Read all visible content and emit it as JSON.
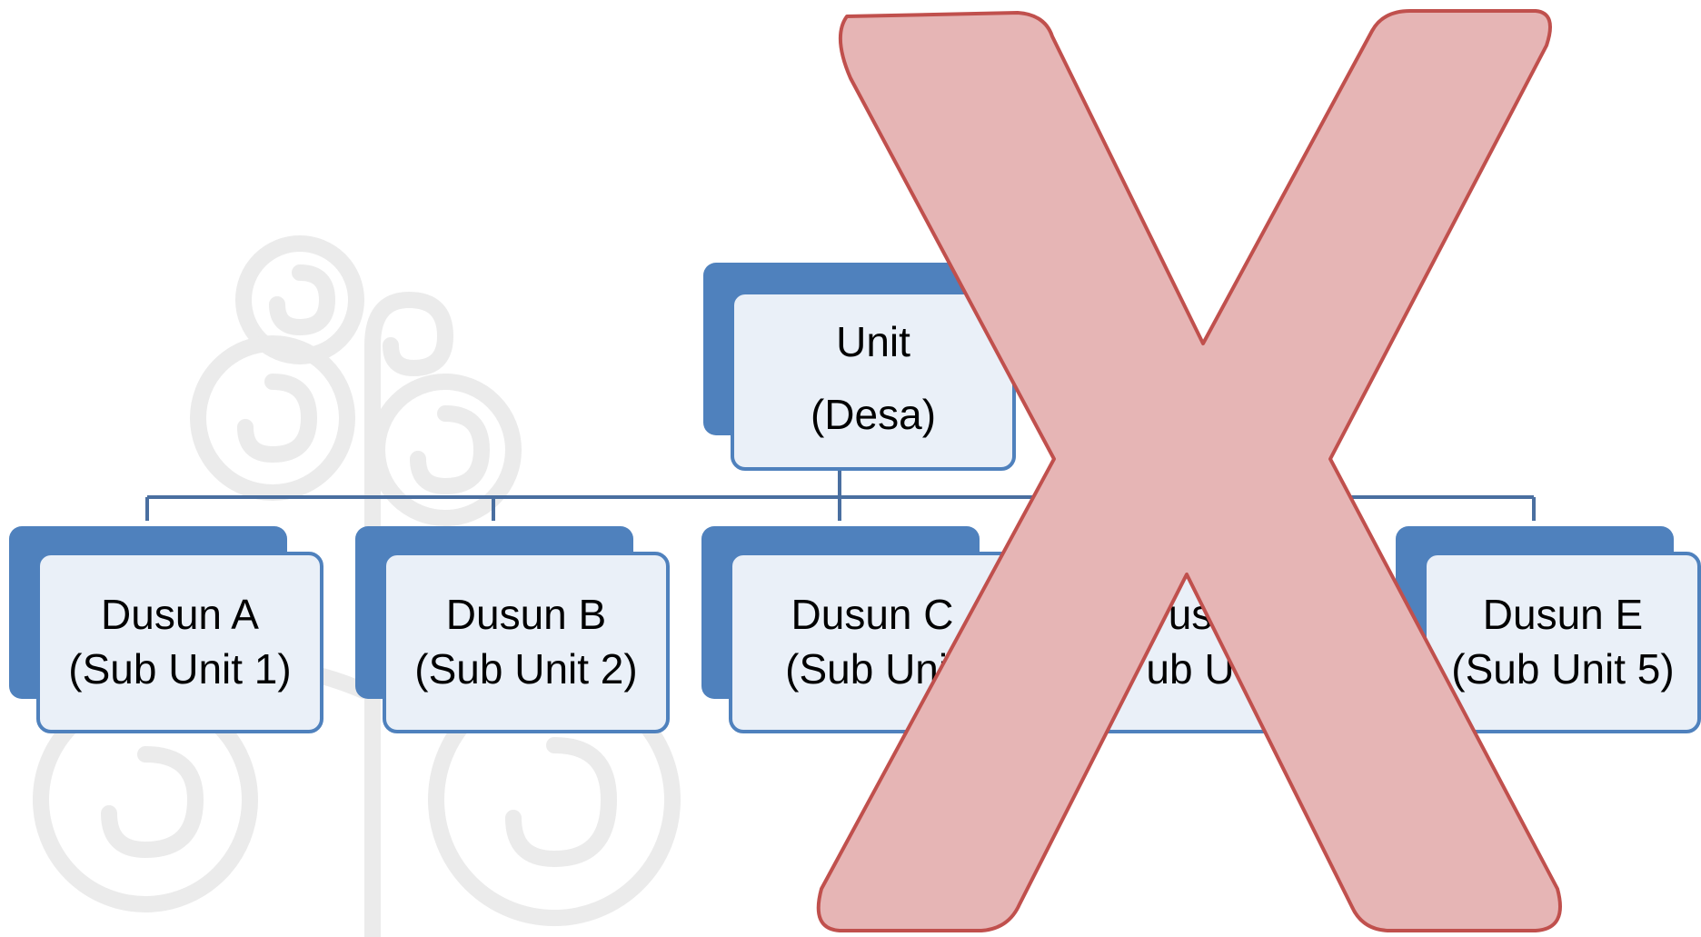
{
  "colors": {
    "accent_blue": "#4f81bd",
    "card_fill": "#eaf0f8",
    "connector": "#4a6fa0",
    "x_fill": "#e6b5b5",
    "x_stroke": "#c0504d",
    "watermark": "#ebebeb"
  },
  "root": {
    "line1": "Unit",
    "line2": "(Desa)"
  },
  "children": [
    {
      "line1": "Dusun A",
      "line2": "(Sub Unit 1)"
    },
    {
      "line1": "Dusun B",
      "line2": "(Sub Unit 2)"
    },
    {
      "line1": "Dusun C",
      "line2": "(Sub Unit"
    },
    {
      "line1": "us",
      "line2": "ub U"
    },
    {
      "line1": "Dusun E",
      "line2": "(Sub Unit 5)"
    }
  ],
  "overlay": {
    "icon": "x-mark-icon"
  },
  "background": {
    "icon": "swirl-tree-watermark"
  }
}
